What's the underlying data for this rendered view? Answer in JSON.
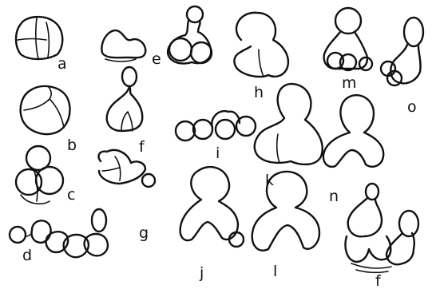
{
  "figures": [
    {
      "id": "a",
      "label": "a"
    },
    {
      "id": "b",
      "label": "b"
    },
    {
      "id": "c",
      "label": "c"
    },
    {
      "id": "d",
      "label": "d"
    },
    {
      "id": "e",
      "label": "e"
    },
    {
      "id": "f",
      "label": "f"
    },
    {
      "id": "g",
      "label": "g"
    },
    {
      "id": "h",
      "label": "h"
    },
    {
      "id": "i",
      "label": "i"
    },
    {
      "id": "j",
      "label": "j"
    },
    {
      "id": "k",
      "label": "k"
    },
    {
      "id": "l",
      "label": "l"
    },
    {
      "id": "m",
      "label": "m"
    },
    {
      "id": "n",
      "label": "n"
    },
    {
      "id": "o",
      "label": "o"
    },
    {
      "id": "f2",
      "label": "f"
    }
  ],
  "colors": {
    "ink": "#111111",
    "background": "#ffffff"
  }
}
